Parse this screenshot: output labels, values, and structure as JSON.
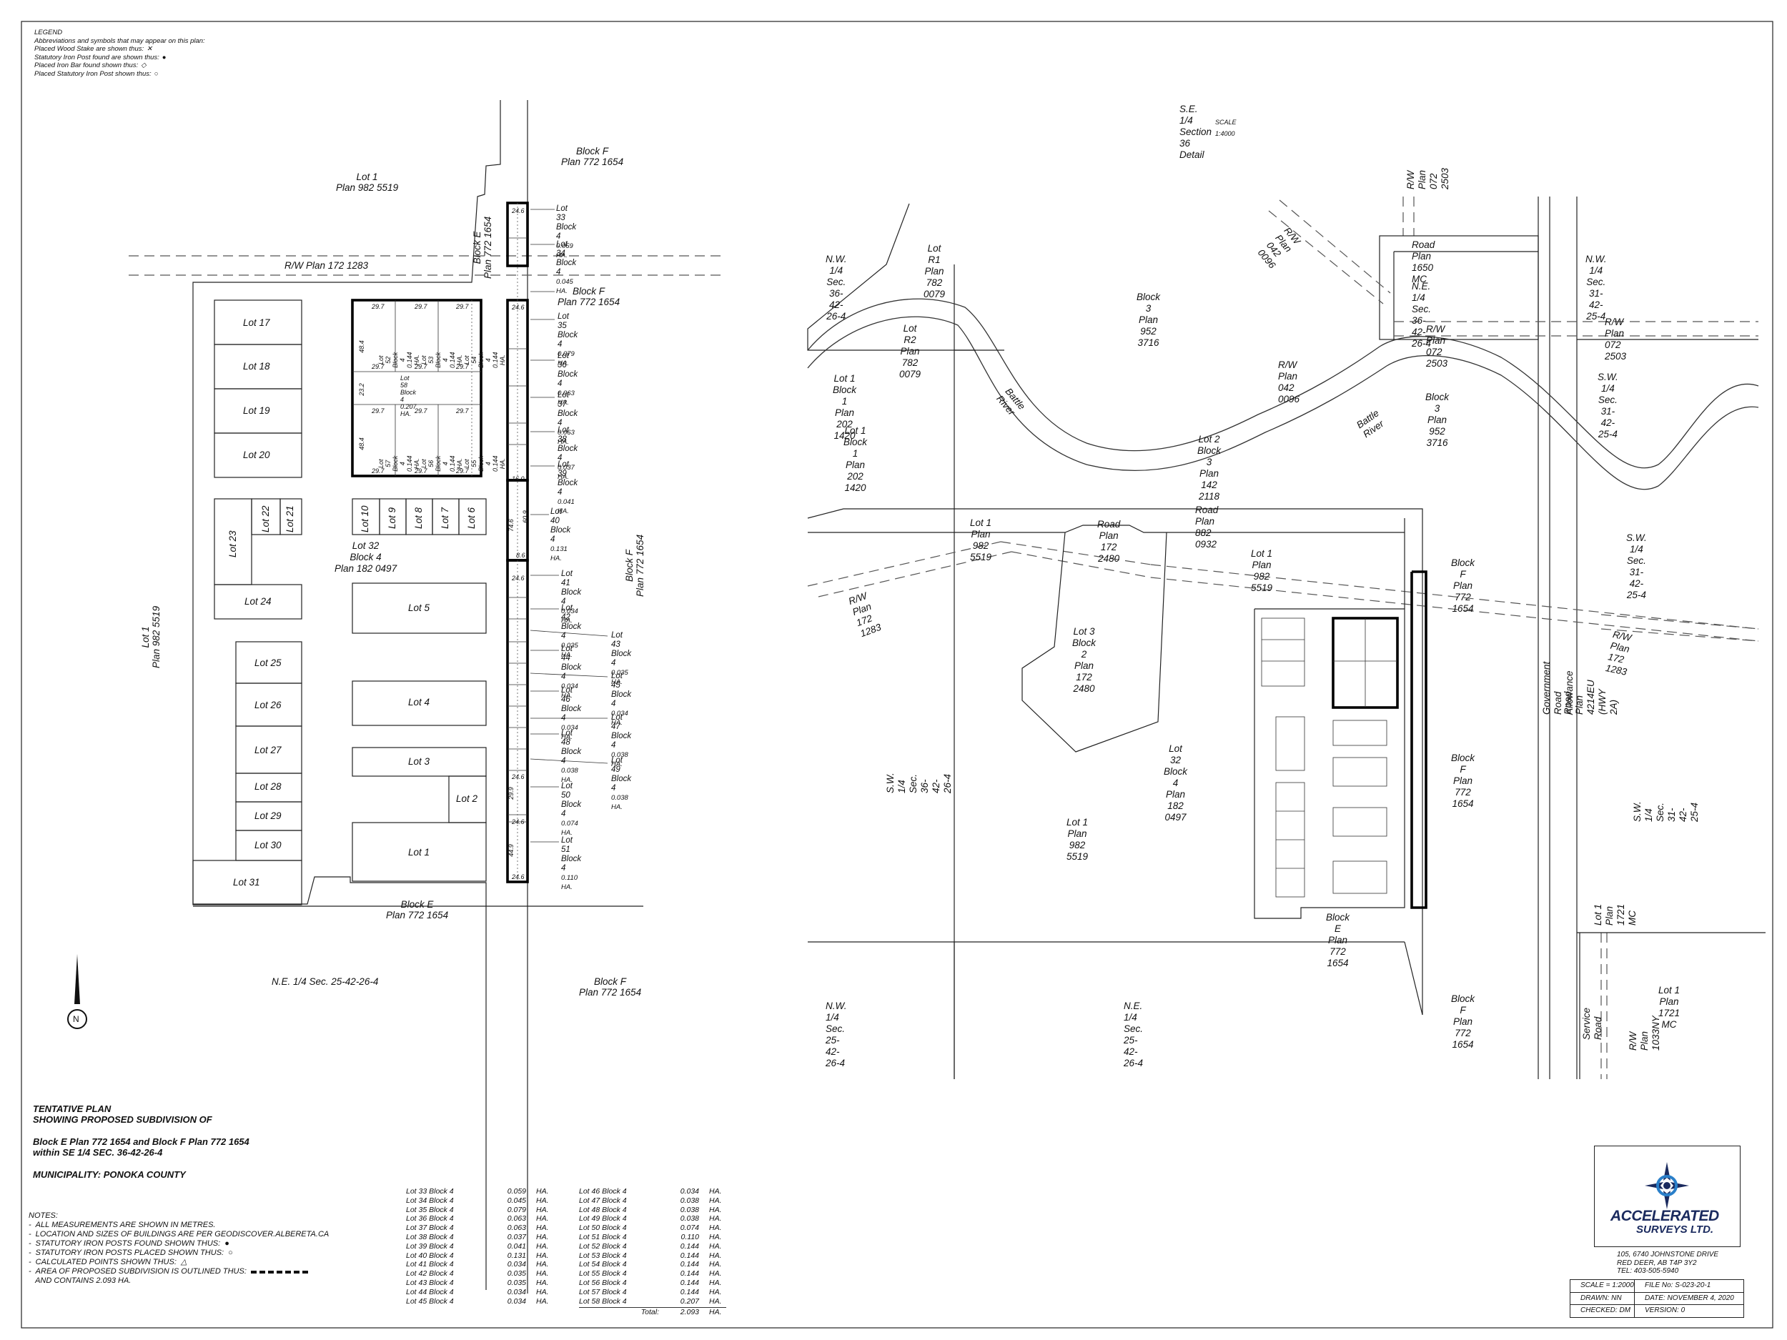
{
  "legend": {
    "title": "LEGEND",
    "subtitle": "Abbreviations and symbols that may appear on this plan:",
    "items": [
      {
        "text": "Placed Wood Stake are shown thus:",
        "symbol": "x"
      },
      {
        "text": "Statutory Iron Post found are shown thus:",
        "symbol": "filled-circle"
      },
      {
        "text": "Placed Iron Bar found shown thus:",
        "symbol": "diamond"
      },
      {
        "text": "Placed Statutory Iron Post  shown thus:",
        "symbol": "open-circle"
      }
    ]
  },
  "plan_left": {
    "parcels": {
      "lot1_top": [
        "Lot 1",
        "Plan 982 5519"
      ],
      "blockf_top": [
        "Block F",
        "Plan 772 1654"
      ],
      "rw_plan": "R/W Plan 172 1283",
      "blocke_strip": [
        "Block E",
        "Plan 772 1654"
      ],
      "blockf_mid": [
        "Block F",
        "Plan 772 1654"
      ],
      "blockf_side": [
        "Block F",
        "Plan 772 1654"
      ],
      "lot1_side": [
        "Lot 1",
        "Plan 982 5519"
      ],
      "lot32": [
        "Lot 32",
        "Block 4",
        "Plan 182 0497"
      ],
      "blocke_bottom": [
        "Block E",
        "Plan 772 1654"
      ],
      "ne_quarter": "N.E. 1/4 Sec. 25-42-26-4",
      "blockf_bottom": [
        "Block F",
        "Plan 772 1654"
      ]
    },
    "existing_lots": {
      "left_col": [
        "Lot 17",
        "Lot 18",
        "Lot 19",
        "Lot 20"
      ],
      "lot23": "Lot 23",
      "lot22": "Lot 22",
      "lot21": "Lot 21",
      "lot24": "Lot 24",
      "left_col2": [
        "Lot 25",
        "Lot 26",
        "Lot 27",
        "Lot 28",
        "Lot 29",
        "Lot 30"
      ],
      "lot31": "Lot 31",
      "small_row": [
        "Lot 10",
        "Lot 9",
        "Lot 8",
        "Lot 7",
        "Lot 6"
      ],
      "mid": [
        "Lot 5",
        "Lot 4",
        "Lot 3",
        "Lot 2",
        "Lot 1"
      ]
    },
    "proposed_lots": [
      {
        "lot": "Lot 33",
        "block": "Block 4",
        "area": "0.059 HA."
      },
      {
        "lot": "Lot 34",
        "block": "Block 4",
        "area": "0.045 HA."
      },
      {
        "lot": "Lot 35",
        "block": "Block 4",
        "area": "0.079 HA."
      },
      {
        "lot": "Lot 36",
        "block": "Block 4",
        "area": "0.063 HA."
      },
      {
        "lot": "Lot 37",
        "block": "Block 4",
        "area": "0.063 HA."
      },
      {
        "lot": "Lot 38",
        "block": "Block 4",
        "area": "0.037 HA."
      },
      {
        "lot": "Lot 39",
        "block": "Block 4",
        "area": "0.041 HA."
      },
      {
        "lot": "Lot 40",
        "block": "Block 4",
        "area": "0.131 HA."
      },
      {
        "lot": "Lot 41",
        "block": "Block 4",
        "area": "0.034 HA."
      },
      {
        "lot": "Lot 42",
        "block": "Block 4",
        "area": "0.035 HA."
      },
      {
        "lot": "Lot 43",
        "block": "Block 4",
        "area": "0.035 HA."
      },
      {
        "lot": "Lot 44",
        "block": "Block 4",
        "area": "0.034 HA."
      },
      {
        "lot": "Lot 45",
        "block": "Block 4",
        "area": "0.034 HA."
      },
      {
        "lot": "Lot 46",
        "block": "Block 4",
        "area": "0.034 HA."
      },
      {
        "lot": "Lot 47",
        "block": "Block 4",
        "area": "0.038 HA."
      },
      {
        "lot": "Lot 48",
        "block": "Block 4",
        "area": "0.038 HA."
      },
      {
        "lot": "Lot 49",
        "block": "Block 4",
        "area": "0.038 HA."
      },
      {
        "lot": "Lot 50",
        "block": "Block 4",
        "area": "0.074 HA."
      },
      {
        "lot": "Lot 51",
        "block": "Block 4",
        "area": "0.110 HA."
      }
    ],
    "grid_lots": [
      {
        "lot": "Lot 52",
        "block": "Block 4",
        "area": "0.144 HA."
      },
      {
        "lot": "Lot 53",
        "block": "Block 4",
        "area": "0.144 HA."
      },
      {
        "lot": "Lot 54",
        "block": "Block 4",
        "area": "0.144 HA."
      },
      {
        "lot": "Lot 58",
        "block": "Block 4",
        "area": "0.207 HA."
      },
      {
        "lot": "Lot 57",
        "block": "Block 4",
        "area": "0.144 HA."
      },
      {
        "lot": "Lot 56",
        "block": "Block 4",
        "area": "0.144 HA."
      },
      {
        "lot": "Lot 55",
        "block": "Block 4",
        "area": "0.144 HA."
      }
    ],
    "dims": {
      "d246": "24.6",
      "d297": "29.7",
      "d484": "48.4",
      "d232": "23.2",
      "d449": "44.9",
      "d160": "16.0",
      "d746": "74.6",
      "d609": "60.9",
      "d86": "8.6",
      "d299": "29.9"
    },
    "north": "N"
  },
  "plan_right": {
    "title": "S.E. 1/4 Section 36 Detail",
    "scale": "SCALE 1:4000",
    "labels": {
      "rw_072_top": "R/W Plan 072 2503",
      "rw_042_top": "R/W Plan 042 0096",
      "road_1650": "Road Plan 1650 MC",
      "ne_36": "N.E. 1/4 Sec. 36-42-26-4",
      "rw_072_mid": "R/W Plan 072 2503",
      "nw_36": [
        "N.W. 1/4 Sec.",
        "36-42-26-4"
      ],
      "lot_r1": [
        "Lot R1",
        "Plan 782 0079"
      ],
      "lot_r2": [
        "Lot R2",
        "Plan 782 0079"
      ],
      "block3_top": [
        "Block 3",
        "Plan 952 3716"
      ],
      "nw_31": [
        "N.W. 1/4 Sec.",
        "31-42-25-4"
      ],
      "rw_072_right": "R/W Plan 072 2503",
      "lot1_block1_a": [
        "Lot 1",
        "Block 1",
        "Plan 202 1420"
      ],
      "lot1_block1_b": [
        "Lot 1",
        "Block 1",
        "Plan 202 1420"
      ],
      "rw_042_mid": "R/W Plan 042 0096",
      "block3_right": [
        "Block 3",
        "Plan 952 3716"
      ],
      "sw_31": [
        "S.W. 1/4 Sec.",
        "31-42-25-4"
      ],
      "battle_river_1": "Battle River",
      "battle_river_2": "Battle River",
      "lot2_block3": [
        "Lot 2",
        "Block 3",
        "Plan 142 2118"
      ],
      "road_882": "Road Plan 882 0932",
      "lot1_982_a": [
        "Lot 1",
        "Plan 982 5519"
      ],
      "road_172": [
        "Road Plan",
        "172 2480"
      ],
      "lot1_982_b": [
        "Lot 1",
        "Plan 982 5519"
      ],
      "blockf_a": [
        "Block F",
        "Plan 772 1654"
      ],
      "sw_31_b": [
        "S.W. 1/4 Sec.",
        "31-42-25-4"
      ],
      "rw_172_left": "R/W Plan 172 1283",
      "rw_172_right": "R/W Plan 172 1283",
      "lot3_block2": [
        "Lot 3",
        "Block 2",
        "Plan 172 2480"
      ],
      "sw_36": "S.W. 1/4 Sec. 36-42-26-4",
      "lot32_block4": [
        "Lot 32",
        "Block 4",
        "Plan 182 0497"
      ],
      "blockf_b": [
        "Block F",
        "Plan 772 1654"
      ],
      "lot1_982_c": [
        "Lot 1",
        "Plan 982 5519"
      ],
      "blocke": [
        "Block E",
        "Plan 772 1654"
      ],
      "gov_road": "Government Road Allowance",
      "road_4214": "Road Plan 4214EU (HWY 2A)",
      "sw_31_c": "S.W. 1/4 Sec. 31-42-25-4",
      "lot1_1721_v": [
        "Lot 1",
        "Plan 1721 MC"
      ],
      "nw_25": "N.W. 1/4 Sec. 25-42-26-4",
      "ne_25": "N.E. 1/4 Sec. 25-42-26-4",
      "blockf_c": [
        "Block F",
        "Plan 772 1654"
      ],
      "service_road": "Service Road",
      "rw_1033": "R/W Plan 1033NY",
      "lot1_1721": [
        "Lot 1",
        "Plan 1721 MC"
      ]
    }
  },
  "title_block": {
    "line1": "TENTATIVE PLAN",
    "line2": "SHOWING PROPOSED SUBDIVISION OF",
    "line3": "Block E Plan 772 1654 and Block F Plan 772 1654",
    "line4": "within SE 1/4 SEC. 36-42-26-4",
    "line5": "MUNICIPALITY: PONOKA COUNTY"
  },
  "notes": {
    "title": "NOTES:",
    "items": [
      "ALL MEASUREMENTS ARE SHOWN IN METRES.",
      "LOCATION AND SIZES OF BUILDINGS ARE PER GEODISCOVER.ALBERETA.CA",
      "STATUTORY IRON POSTS FOUND SHOWN THUS:",
      "STATUTORY IRON POSTS PLACED SHOWN THUS:",
      "CALCULATED POINTS SHOWN THUS:",
      "AREA OF PROPOSED SUBDIVISION IS OUTLINED THUS:",
      "AND CONTAINS 2.093 HA."
    ]
  },
  "area_table": {
    "col1": [
      [
        "Lot 33 Block 4",
        "0.059",
        "HA."
      ],
      [
        "Lot 34 Block 4",
        "0.045",
        "HA."
      ],
      [
        "Lot 35 Block 4",
        "0.079",
        "HA."
      ],
      [
        "Lot 36 Block 4",
        "0.063",
        "HA."
      ],
      [
        "Lot 37 Block 4",
        "0.063",
        "HA."
      ],
      [
        "Lot 38 Block 4",
        "0.037",
        "HA."
      ],
      [
        "Lot 39 Block 4",
        "0.041",
        "HA."
      ],
      [
        "Lot 40 Block 4",
        "0.131",
        "HA."
      ],
      [
        "Lot 41 Block 4",
        "0.034",
        "HA."
      ],
      [
        "Lot 42 Block 4",
        "0.035",
        "HA."
      ],
      [
        "Lot 43 Block 4",
        "0.035",
        "HA."
      ],
      [
        "Lot 44 Block 4",
        "0.034",
        "HA."
      ],
      [
        "Lot 45 Block 4",
        "0.034",
        "HA."
      ]
    ],
    "col2": [
      [
        "Lot 46 Block 4",
        "0.034",
        "HA."
      ],
      [
        "Lot 47 Block 4",
        "0.038",
        "HA."
      ],
      [
        "Lot 48 Block 4",
        "0.038",
        "HA."
      ],
      [
        "Lot 49 Block 4",
        "0.038",
        "HA."
      ],
      [
        "Lot 50 Block 4",
        "0.074",
        "HA."
      ],
      [
        "Lot 51 Block 4",
        "0.110",
        "HA."
      ],
      [
        "Lot 52 Block 4",
        "0.144",
        "HA."
      ],
      [
        "Lot 53 Block 4",
        "0.144",
        "HA."
      ],
      [
        "Lot 54 Block 4",
        "0.144",
        "HA."
      ],
      [
        "Lot 55 Block 4",
        "0.144",
        "HA."
      ],
      [
        "Lot 56 Block 4",
        "0.144",
        "HA."
      ],
      [
        "Lot 57 Block 4",
        "0.144",
        "HA."
      ],
      [
        "Lot 58 Block 4",
        "0.207",
        "HA."
      ]
    ],
    "total": [
      "Total:",
      "2.093",
      "HA."
    ]
  },
  "company": {
    "name1": "ACCELERATED",
    "name2": "SURVEYS LTD.",
    "address1": "105, 6740 JOHNSTONE DRIVE",
    "address2": "RED DEER, AB  T4P 3Y2",
    "tel": "TEL: 403-505-5940"
  },
  "info": {
    "scale": "SCALE = 1:2000",
    "file": "FILE No:  S-023-20-1",
    "drawn": "DRAWN:  NN",
    "date": "DATE:  NOVEMBER 4, 2020",
    "checked": "CHECKED:  DM",
    "version": "VERSION: 0"
  }
}
